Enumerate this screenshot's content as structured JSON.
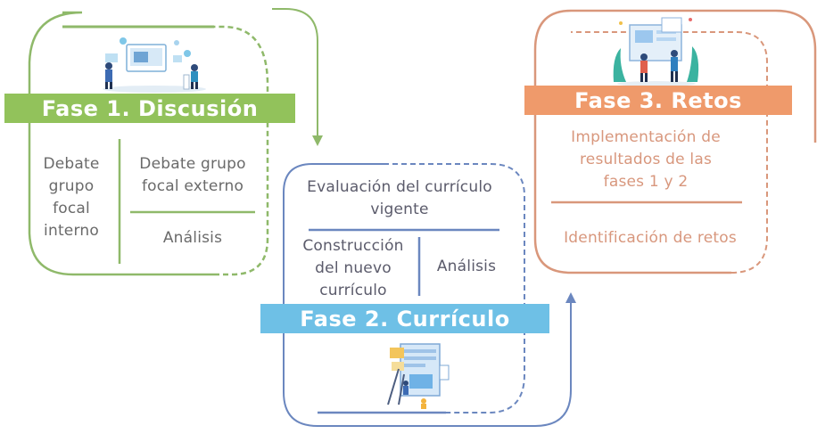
{
  "phases": [
    {
      "title": "Fase 1. Discusión",
      "left_text": "Debate grupo focal interno",
      "right_top": "Debate grupo focal externo",
      "right_bottom": "Análisis",
      "color": "#8fc05a"
    },
    {
      "title": "Fase 2. Currículo",
      "top_text": "Evaluación del currículo vigente",
      "left_text": "Construcción del nuevo currículo",
      "right_text": "Análisis",
      "color": "#6b87bf"
    },
    {
      "title": "Fase 3. Retos",
      "top_text": "Implementación de resultados de las fases 1 y 2",
      "bottom_text": "Identificación de retos",
      "color": "#d9977b"
    }
  ],
  "illustrations": [
    "discussion-illustration",
    "curriculum-illustration",
    "challenges-illustration"
  ]
}
